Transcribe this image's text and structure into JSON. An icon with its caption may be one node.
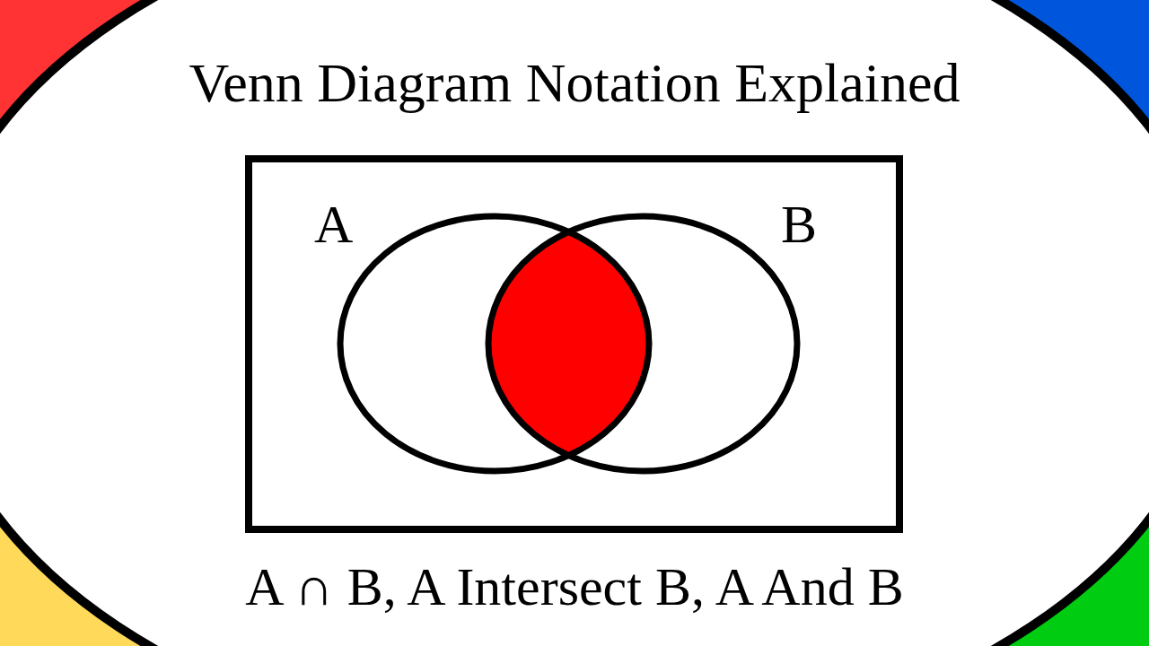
{
  "diagram": {
    "title": "Venn Diagram Notation Explained",
    "nodes": [
      {
        "text": [],
        "shape": "box"
      },
      {
        "text": [
          "A"
        ],
        "in": 0
      },
      {
        "text": [
          "B"
        ],
        "in": 0
      },
      {
        "text": [],
        "shape": "lens",
        "in": 0
      }
    ],
    "caption": "A ∩ B, A Intersect B, A And B"
  }
}
